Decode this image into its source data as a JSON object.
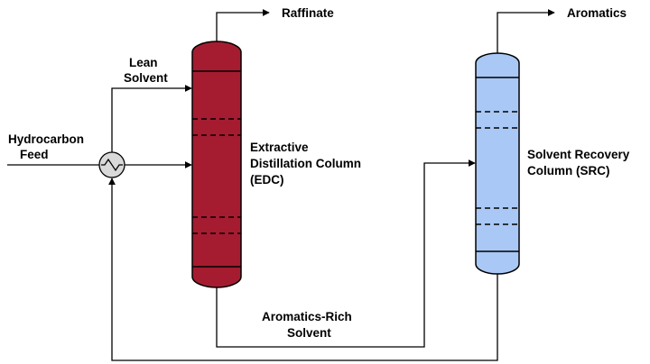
{
  "labels": {
    "raffinate": "Raffinate",
    "aromatics": "Aromatics",
    "lean_solvent_1": "Lean",
    "lean_solvent_2": "Solvent",
    "hydrocarbon_feed_1": "Hydrocarbon",
    "hydrocarbon_feed_2": "Feed",
    "edc_1": "Extractive",
    "edc_2": "Distillation Column",
    "edc_3": "(EDC)",
    "src_1": "Solvent Recovery",
    "src_2": "Column (SRC)",
    "rich_solvent_1": "Aromatics-Rich",
    "rich_solvent_2": "Solvent"
  },
  "colors": {
    "edc_fill": "#A51C30",
    "src_fill": "#A9C8F5",
    "heat_exchanger_fill": "#D9D9D9",
    "line": "#000000"
  },
  "icons": {
    "heat_exchanger": "heat-exchanger-icon",
    "arrowhead": "arrowhead-icon"
  }
}
